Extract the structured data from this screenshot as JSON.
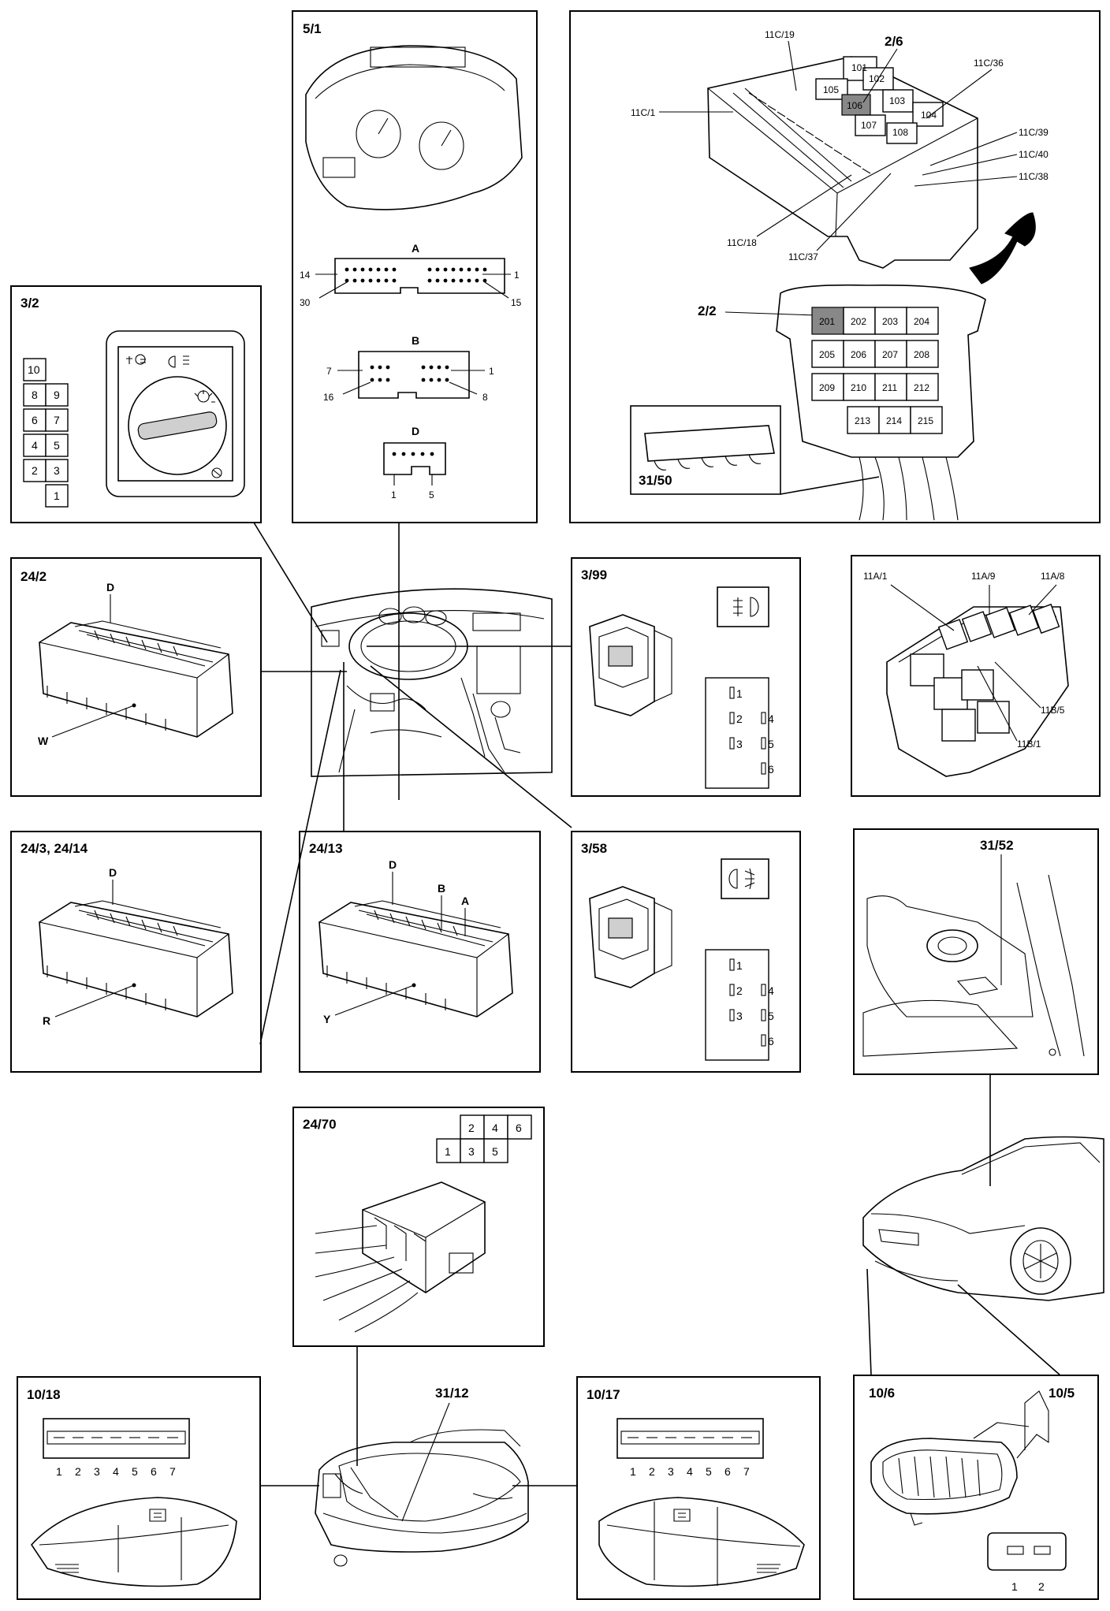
{
  "panels": {
    "p5_1": {
      "id": "5/1",
      "connA": "A",
      "connB": "B",
      "connD": "D",
      "a14": "14",
      "a1": "1",
      "a30": "30",
      "a15": "15",
      "b7": "7",
      "b1": "1",
      "b16": "16",
      "b8": "8",
      "d1": "1",
      "d5": "5"
    },
    "p2_6": {
      "id": "2/6",
      "labels": [
        "11C/19",
        "11C/36",
        "11C/1",
        "11C/39",
        "11C/40",
        "11C/38",
        "11C/18",
        "11C/37"
      ],
      "relays": [
        "101",
        "102",
        "103",
        "104",
        "105",
        "106",
        "107",
        "108"
      ]
    },
    "p2_2": {
      "id": "2/2",
      "fuses": [
        "201",
        "202",
        "203",
        "204",
        "205",
        "206",
        "207",
        "208",
        "209",
        "210",
        "211",
        "212",
        "213",
        "214",
        "215"
      ]
    },
    "p31_50": {
      "id": "31/50"
    },
    "p3_2": {
      "id": "3/2",
      "pins": [
        "10",
        "8",
        "9",
        "6",
        "7",
        "4",
        "5",
        "2",
        "3",
        "1"
      ]
    },
    "p24_2": {
      "id": "24/2",
      "d": "D",
      "w": "W"
    },
    "p3_99": {
      "id": "3/99",
      "pins": [
        "1",
        "2",
        "4",
        "3",
        "5",
        "6"
      ]
    },
    "p11a": {
      "labels": [
        "11A/1",
        "11A/9",
        "11A/8",
        "11B/5",
        "11B/1"
      ]
    },
    "p24_3": {
      "id": "24/3, 24/14",
      "d": "D",
      "r": "R"
    },
    "p24_13": {
      "id": "24/13",
      "d": "D",
      "b": "B",
      "a": "A",
      "y": "Y"
    },
    "p3_58": {
      "id": "3/58",
      "pins": [
        "1",
        "2",
        "4",
        "3",
        "5",
        "6"
      ]
    },
    "p31_52": {
      "id": "31/52"
    },
    "p24_70": {
      "id": "24/70",
      "pins": [
        "2",
        "4",
        "6",
        "1",
        "3",
        "5"
      ]
    },
    "p10_18": {
      "id": "10/18",
      "pins": [
        "1",
        "2",
        "3",
        "4",
        "5",
        "6",
        "7"
      ]
    },
    "p31_12": {
      "id": "31/12"
    },
    "p10_17": {
      "id": "10/17",
      "pins": [
        "1",
        "2",
        "3",
        "4",
        "5",
        "6",
        "7"
      ]
    },
    "p10_6": {
      "id": "10/6",
      "id2": "10/5",
      "pins": [
        "1",
        "2"
      ]
    }
  }
}
